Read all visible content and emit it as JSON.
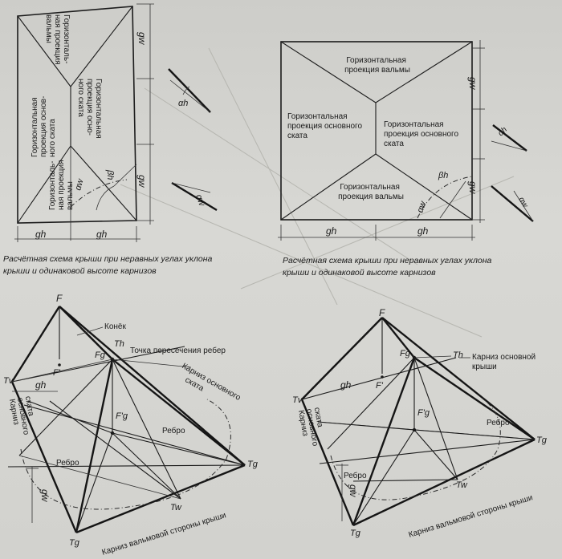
{
  "top_left": {
    "regions": {
      "hip_top": [
        "Горизонталь-",
        "ная проекция",
        "вальмы"
      ],
      "main_left": [
        "Горизонтальная",
        "проекция основ-",
        "ного ската"
      ],
      "main_right": [
        "Горизонтальная",
        "проекция осно-",
        "ного ската"
      ],
      "hip_bottom": [
        "Горизонталь-",
        "ная проекция",
        "вальмы"
      ]
    },
    "dims": {
      "gw_top": "gw",
      "gw_bottom": "gw",
      "gh_left": "gh",
      "gh_right": "gh"
    },
    "angles": {
      "beta": "βh",
      "alpha": "αw",
      "alpha_h": "αh",
      "alpha_w": "αw"
    },
    "caption": [
      "Расчётная схема крыши при неравных углах уклона",
      "крыши и одинаковой высоте карнизов"
    ]
  },
  "top_right": {
    "regions": {
      "hip_top": [
        "Горизонтальная",
        "проекция вальмы"
      ],
      "main_left": [
        "Горизонтальная",
        "проекция основного",
        "ската"
      ],
      "main_right": [
        "Горизонтальная",
        "проекция основного",
        "ската"
      ],
      "hip_bottom": [
        "Горизонтальная",
        "проекция вальмы"
      ]
    },
    "dims": {
      "gw_top": "gw",
      "gw_bottom": "gw",
      "gh_left": "gh",
      "gh_right": "gh"
    },
    "angles": {
      "beta": "βh",
      "alpha": "αw",
      "alpha_h": "αh",
      "alpha_w": "αw"
    },
    "caption": [
      "Расчётная схема крыши при неравных углах уклона",
      "крыши и одинаковой высоте карнизов"
    ]
  },
  "bottom_left": {
    "points": {
      "F": "F",
      "Fg": "Fg",
      "Th": "Th",
      "Tg": "Tg",
      "Tw": "Tw",
      "Tg2": "Tg",
      "Tv": "Tv",
      "F1": "F'",
      "F1g": "F'g"
    },
    "labels": {
      "ridge": "Конёк",
      "intersection": "Точка пересечения ребер",
      "main_eave": [
        "Карниз основного",
        "ската"
      ],
      "left_eave": [
        "Карниз",
        "основного",
        "ската"
      ],
      "rib1": "Ребро",
      "rib2": "Ребро",
      "hip_eave": "Карниз вальмовой стороны крыши",
      "gh": "gh",
      "gw": "gw"
    }
  },
  "bottom_right": {
    "points": {
      "F": "F",
      "Fg": "Fg",
      "Th": "Th",
      "Tg": "Tg",
      "Tw": "Tw",
      "Tg2": "Tg",
      "Tv": "Tv",
      "F1": "F'",
      "F1g": "F'g"
    },
    "labels": {
      "main_eave": [
        "Карниз основной",
        "крыши"
      ],
      "left_eave": [
        "Карниз",
        "основного",
        "ската"
      ],
      "rib1": "Ребро",
      "rib2": "Ребро",
      "hip_eave": "Карниз вальмовой стороны крыши",
      "gh": "gh",
      "gw": "gw"
    }
  }
}
